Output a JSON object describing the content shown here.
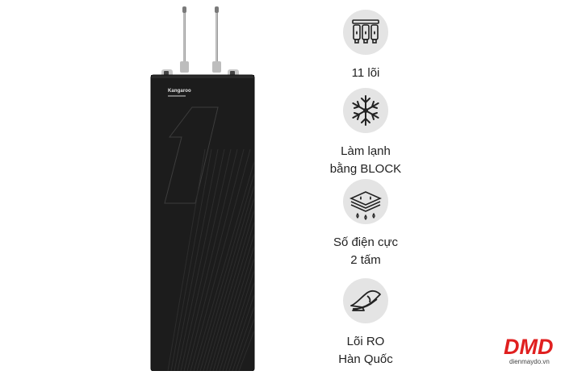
{
  "product": {
    "brand": "Kangaroo"
  },
  "features": [
    {
      "icon": "filter-cartridges-icon",
      "lines": [
        "11 lõi"
      ]
    },
    {
      "icon": "snowflake-icon",
      "lines": [
        "Làm lạnh",
        "bằng BLOCK"
      ]
    },
    {
      "icon": "electrode-layers-icon",
      "lines": [
        "Số điện cực",
        "2 tấm"
      ]
    },
    {
      "icon": "ro-membrane-icon",
      "lines": [
        "Lõi RO",
        "Hàn Quốc"
      ]
    }
  ],
  "logo": {
    "text": "DMD",
    "site": "dienmaydo.vn",
    "color": "#e02020"
  }
}
